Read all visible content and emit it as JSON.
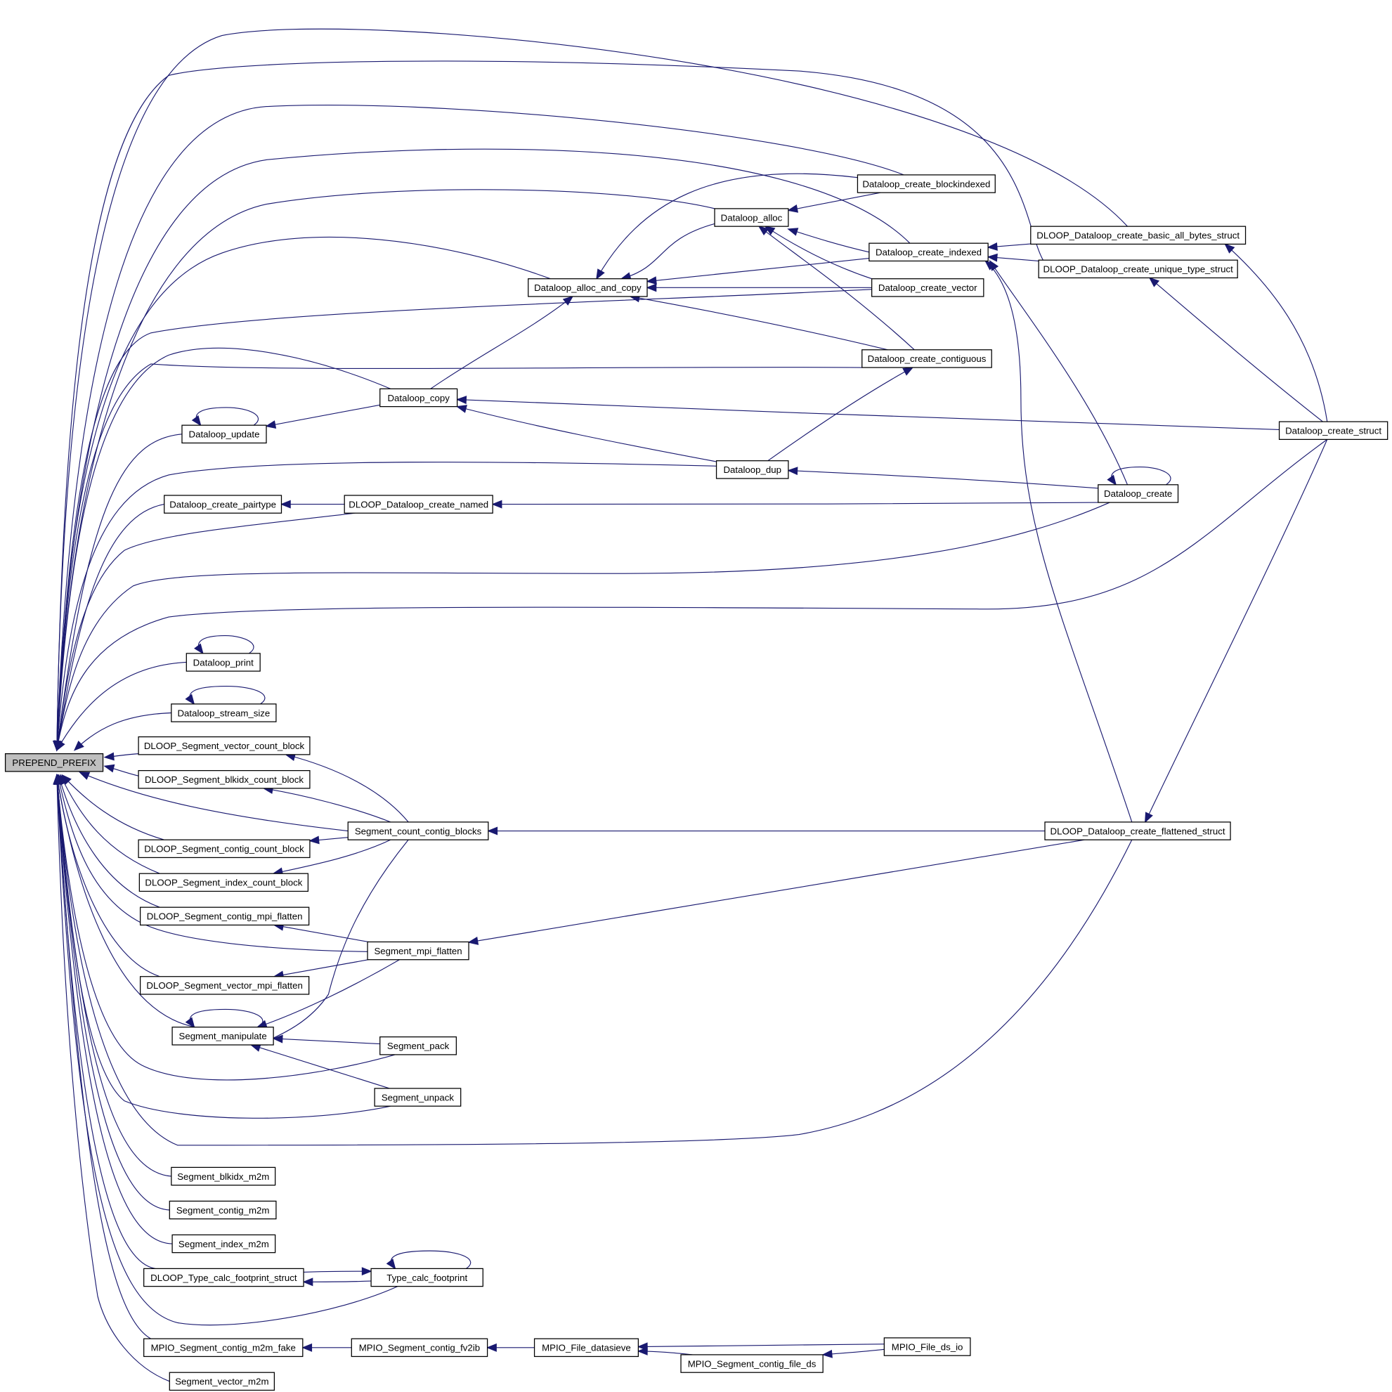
{
  "graph": {
    "title": "Caller graph of PREPEND_PREFIX",
    "edge_color": "#191970",
    "root_fill": "#bfbfbf",
    "root": "PREPEND_PREFIX",
    "nodes": [
      {
        "id": "PREPEND_PREFIX",
        "label": "PREPEND_PREFIX"
      },
      {
        "id": "Dataloop_create_blockindexed",
        "label": "Dataloop_create_blockindexed"
      },
      {
        "id": "Dataloop_alloc",
        "label": "Dataloop_alloc"
      },
      {
        "id": "Dataloop_create_indexed",
        "label": "Dataloop_create_indexed"
      },
      {
        "id": "DLOOP_Dataloop_create_basic_all_bytes_struct",
        "label": "DLOOP_Dataloop_create_basic_all_bytes_struct"
      },
      {
        "id": "DLOOP_Dataloop_create_unique_type_struct",
        "label": "DLOOP_Dataloop_create_unique_type_struct"
      },
      {
        "id": "Dataloop_alloc_and_copy",
        "label": "Dataloop_alloc_and_copy"
      },
      {
        "id": "Dataloop_create_vector",
        "label": "Dataloop_create_vector"
      },
      {
        "id": "Dataloop_create_contiguous",
        "label": "Dataloop_create_contiguous"
      },
      {
        "id": "Dataloop_copy",
        "label": "Dataloop_copy"
      },
      {
        "id": "Dataloop_update",
        "label": "Dataloop_update"
      },
      {
        "id": "Dataloop_create_struct",
        "label": "Dataloop_create_struct"
      },
      {
        "id": "Dataloop_dup",
        "label": "Dataloop_dup"
      },
      {
        "id": "Dataloop_create",
        "label": "Dataloop_create"
      },
      {
        "id": "Dataloop_create_pairtype",
        "label": "Dataloop_create_pairtype"
      },
      {
        "id": "DLOOP_Dataloop_create_named",
        "label": "DLOOP_Dataloop_create_named"
      },
      {
        "id": "Dataloop_print",
        "label": "Dataloop_print"
      },
      {
        "id": "Dataloop_stream_size",
        "label": "Dataloop_stream_size"
      },
      {
        "id": "DLOOP_Segment_vector_count_block",
        "label": "DLOOP_Segment_vector_count_block"
      },
      {
        "id": "DLOOP_Segment_blkidx_count_block",
        "label": "DLOOP_Segment_blkidx_count_block"
      },
      {
        "id": "Segment_count_contig_blocks",
        "label": "Segment_count_contig_blocks"
      },
      {
        "id": "DLOOP_Dataloop_create_flattened_struct",
        "label": "DLOOP_Dataloop_create_flattened_struct"
      },
      {
        "id": "DLOOP_Segment_contig_count_block",
        "label": "DLOOP_Segment_contig_count_block"
      },
      {
        "id": "DLOOP_Segment_index_count_block",
        "label": "DLOOP_Segment_index_count_block"
      },
      {
        "id": "DLOOP_Segment_contig_mpi_flatten",
        "label": "DLOOP_Segment_contig_mpi_flatten"
      },
      {
        "id": "Segment_mpi_flatten",
        "label": "Segment_mpi_flatten"
      },
      {
        "id": "DLOOP_Segment_vector_mpi_flatten",
        "label": "DLOOP_Segment_vector_mpi_flatten"
      },
      {
        "id": "Segment_manipulate",
        "label": "Segment_manipulate"
      },
      {
        "id": "Segment_pack",
        "label": "Segment_pack"
      },
      {
        "id": "Segment_unpack",
        "label": "Segment_unpack"
      },
      {
        "id": "Segment_blkidx_m2m",
        "label": "Segment_blkidx_m2m"
      },
      {
        "id": "Segment_contig_m2m",
        "label": "Segment_contig_m2m"
      },
      {
        "id": "Segment_index_m2m",
        "label": "Segment_index_m2m"
      },
      {
        "id": "DLOOP_Type_calc_footprint_struct",
        "label": "DLOOP_Type_calc_footprint_struct"
      },
      {
        "id": "Type_calc_footprint",
        "label": "Type_calc_footprint"
      },
      {
        "id": "MPIO_Segment_contig_m2m_fake",
        "label": "MPIO_Segment_contig_m2m_fake"
      },
      {
        "id": "MPIO_Segment_contig_fv2ib",
        "label": "MPIO_Segment_contig_fv2ib"
      },
      {
        "id": "MPIO_File_datasieve",
        "label": "MPIO_File_datasieve"
      },
      {
        "id": "MPIO_Segment_contig_file_ds",
        "label": "MPIO_Segment_contig_file_ds"
      },
      {
        "id": "MPIO_File_ds_io",
        "label": "MPIO_File_ds_io"
      },
      {
        "id": "Segment_vector_m2m",
        "label": "Segment_vector_m2m"
      }
    ],
    "edges": [
      [
        "Dataloop_create_blockindexed",
        "PREPEND_PREFIX"
      ],
      [
        "Dataloop_create_blockindexed",
        "Dataloop_alloc"
      ],
      [
        "Dataloop_create_blockindexed",
        "Dataloop_alloc_and_copy"
      ],
      [
        "Dataloop_alloc",
        "PREPEND_PREFIX"
      ],
      [
        "Dataloop_alloc",
        "Dataloop_alloc_and_copy"
      ],
      [
        "Dataloop_create_indexed",
        "PREPEND_PREFIX"
      ],
      [
        "Dataloop_create_indexed",
        "Dataloop_alloc"
      ],
      [
        "Dataloop_create_indexed",
        "Dataloop_alloc_and_copy"
      ],
      [
        "DLOOP_Dataloop_create_basic_all_bytes_struct",
        "PREPEND_PREFIX"
      ],
      [
        "DLOOP_Dataloop_create_basic_all_bytes_struct",
        "Dataloop_create_indexed"
      ],
      [
        "DLOOP_Dataloop_create_unique_type_struct",
        "PREPEND_PREFIX"
      ],
      [
        "DLOOP_Dataloop_create_unique_type_struct",
        "Dataloop_create_indexed"
      ],
      [
        "Dataloop_alloc_and_copy",
        "PREPEND_PREFIX"
      ],
      [
        "Dataloop_create_vector",
        "PREPEND_PREFIX"
      ],
      [
        "Dataloop_create_vector",
        "Dataloop_alloc"
      ],
      [
        "Dataloop_create_vector",
        "Dataloop_alloc_and_copy"
      ],
      [
        "Dataloop_create_contiguous",
        "PREPEND_PREFIX"
      ],
      [
        "Dataloop_create_contiguous",
        "Dataloop_alloc"
      ],
      [
        "Dataloop_create_contiguous",
        "Dataloop_alloc_and_copy"
      ],
      [
        "Dataloop_copy",
        "PREPEND_PREFIX"
      ],
      [
        "Dataloop_copy",
        "Dataloop_update"
      ],
      [
        "Dataloop_copy",
        "Dataloop_alloc_and_copy"
      ],
      [
        "Dataloop_update",
        "PREPEND_PREFIX"
      ],
      [
        "Dataloop_update",
        "Dataloop_update"
      ],
      [
        "Dataloop_create_struct",
        "PREPEND_PREFIX"
      ],
      [
        "Dataloop_create_struct",
        "Dataloop_copy"
      ],
      [
        "Dataloop_create_struct",
        "DLOOP_Dataloop_create_basic_all_bytes_struct"
      ],
      [
        "Dataloop_create_struct",
        "DLOOP_Dataloop_create_unique_type_struct"
      ],
      [
        "Dataloop_create_struct",
        "DLOOP_Dataloop_create_flattened_struct"
      ],
      [
        "Dataloop_dup",
        "PREPEND_PREFIX"
      ],
      [
        "Dataloop_dup",
        "Dataloop_copy"
      ],
      [
        "Dataloop_dup",
        "Dataloop_create_contiguous"
      ],
      [
        "Dataloop_create",
        "PREPEND_PREFIX"
      ],
      [
        "Dataloop_create",
        "Dataloop_dup"
      ],
      [
        "Dataloop_create",
        "Dataloop_create"
      ],
      [
        "Dataloop_create",
        "DLOOP_Dataloop_create_named"
      ],
      [
        "Dataloop_create",
        "Dataloop_create_indexed"
      ],
      [
        "Dataloop_create_pairtype",
        "PREPEND_PREFIX"
      ],
      [
        "DLOOP_Dataloop_create_named",
        "Dataloop_create_pairtype"
      ],
      [
        "DLOOP_Dataloop_create_named",
        "PREPEND_PREFIX"
      ],
      [
        "Dataloop_print",
        "PREPEND_PREFIX"
      ],
      [
        "Dataloop_print",
        "Dataloop_print"
      ],
      [
        "Dataloop_stream_size",
        "PREPEND_PREFIX"
      ],
      [
        "Dataloop_stream_size",
        "Dataloop_stream_size"
      ],
      [
        "DLOOP_Segment_vector_count_block",
        "PREPEND_PREFIX"
      ],
      [
        "DLOOP_Segment_blkidx_count_block",
        "PREPEND_PREFIX"
      ],
      [
        "Segment_count_contig_blocks",
        "PREPEND_PREFIX"
      ],
      [
        "Segment_count_contig_blocks",
        "DLOOP_Segment_vector_count_block"
      ],
      [
        "Segment_count_contig_blocks",
        "DLOOP_Segment_blkidx_count_block"
      ],
      [
        "Segment_count_contig_blocks",
        "DLOOP_Segment_contig_count_block"
      ],
      [
        "Segment_count_contig_blocks",
        "DLOOP_Segment_index_count_block"
      ],
      [
        "Segment_count_contig_blocks",
        "Segment_manipulate"
      ],
      [
        "DLOOP_Dataloop_create_flattened_struct",
        "PREPEND_PREFIX"
      ],
      [
        "DLOOP_Dataloop_create_flattened_struct",
        "Segment_count_contig_blocks"
      ],
      [
        "DLOOP_Dataloop_create_flattened_struct",
        "Segment_mpi_flatten"
      ],
      [
        "DLOOP_Dataloop_create_flattened_struct",
        "Dataloop_create_indexed"
      ],
      [
        "DLOOP_Segment_contig_count_block",
        "PREPEND_PREFIX"
      ],
      [
        "DLOOP_Segment_index_count_block",
        "PREPEND_PREFIX"
      ],
      [
        "DLOOP_Segment_contig_mpi_flatten",
        "PREPEND_PREFIX"
      ],
      [
        "Segment_mpi_flatten",
        "PREPEND_PREFIX"
      ],
      [
        "Segment_mpi_flatten",
        "DLOOP_Segment_contig_mpi_flatten"
      ],
      [
        "Segment_mpi_flatten",
        "DLOOP_Segment_vector_mpi_flatten"
      ],
      [
        "Segment_mpi_flatten",
        "Segment_manipulate"
      ],
      [
        "DLOOP_Segment_vector_mpi_flatten",
        "PREPEND_PREFIX"
      ],
      [
        "Segment_manipulate",
        "PREPEND_PREFIX"
      ],
      [
        "Segment_manipulate",
        "Segment_manipulate"
      ],
      [
        "Segment_pack",
        "Segment_manipulate"
      ],
      [
        "Segment_pack",
        "PREPEND_PREFIX"
      ],
      [
        "Segment_unpack",
        "Segment_manipulate"
      ],
      [
        "Segment_unpack",
        "PREPEND_PREFIX"
      ],
      [
        "Segment_blkidx_m2m",
        "PREPEND_PREFIX"
      ],
      [
        "Segment_contig_m2m",
        "PREPEND_PREFIX"
      ],
      [
        "Segment_index_m2m",
        "PREPEND_PREFIX"
      ],
      [
        "DLOOP_Type_calc_footprint_struct",
        "PREPEND_PREFIX"
      ],
      [
        "DLOOP_Type_calc_footprint_struct",
        "Type_calc_footprint"
      ],
      [
        "Type_calc_footprint",
        "DLOOP_Type_calc_footprint_struct"
      ],
      [
        "Type_calc_footprint",
        "Type_calc_footprint"
      ],
      [
        "Type_calc_footprint",
        "PREPEND_PREFIX"
      ],
      [
        "MPIO_Segment_contig_m2m_fake",
        "PREPEND_PREFIX"
      ],
      [
        "MPIO_Segment_contig_fv2ib",
        "MPIO_Segment_contig_m2m_fake"
      ],
      [
        "MPIO_File_datasieve",
        "MPIO_Segment_contig_fv2ib"
      ],
      [
        "MPIO_Segment_contig_file_ds",
        "MPIO_File_datasieve"
      ],
      [
        "MPIO_File_ds_io",
        "MPIO_File_datasieve"
      ],
      [
        "MPIO_File_ds_io",
        "MPIO_Segment_contig_file_ds"
      ],
      [
        "Segment_vector_m2m",
        "PREPEND_PREFIX"
      ]
    ]
  }
}
